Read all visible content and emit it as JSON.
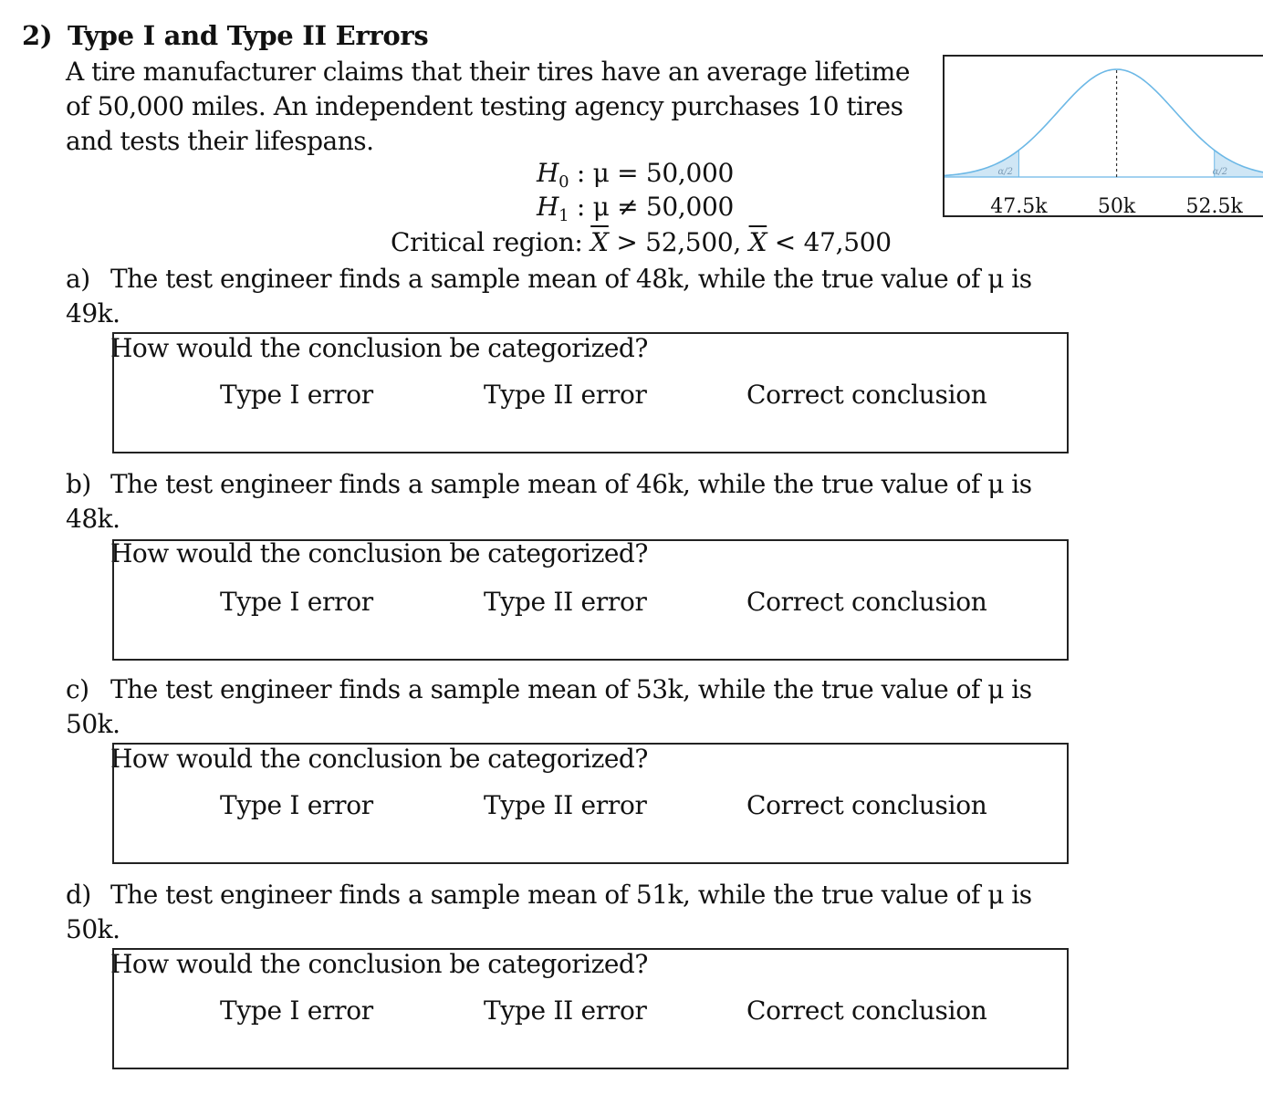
{
  "header": {
    "number": "2)",
    "title": "Type I and Type II Errors"
  },
  "intro": "A tire manufacturer claims that their tires have an average lifetime of 50,000 miles. An independent testing agency purchases 10 tires and tests their lifespans.",
  "hypotheses": {
    "h0_symbol": "H",
    "h0_sub": "0",
    "h0_rest": " : μ = 50,000",
    "h1_symbol": "H",
    "h1_sub": "1",
    "h1_rest": " : μ ≠ 50,000",
    "critical_label": "Critical region: ",
    "critical_xbar": "X",
    "critical_part1": " > 52,500, ",
    "critical_xbar2": "X",
    "critical_part2": " < 47,500"
  },
  "questions": [
    {
      "letter": "a)",
      "line1": "The test engineer finds a sample mean of 48k, while the true value of μ is 49k.",
      "line2": "How would the conclusion be categorized?",
      "options": [
        "Type I error",
        "Type II error",
        "Correct conclusion"
      ]
    },
    {
      "letter": "b)",
      "line1": "The test engineer finds a sample mean of 46k, while the true value of μ is 48k.",
      "line2": "How would the conclusion be categorized?",
      "options": [
        "Type I error",
        "Type II error",
        "Correct conclusion"
      ]
    },
    {
      "letter": "c)",
      "line1": "The test engineer finds a sample mean of 53k, while the true value of μ is 50k.",
      "line2": "How would the conclusion be categorized?",
      "options": [
        "Type I error",
        "Type II error",
        "Correct conclusion"
      ]
    },
    {
      "letter": "d)",
      "line1": "The test engineer finds a sample mean of 51k, while the true value of μ is 50k.",
      "line2": "How would the conclusion be categorized?",
      "options": [
        "Type I error",
        "Type II error",
        "Correct conclusion"
      ]
    }
  ],
  "chart_data": {
    "type": "area",
    "distribution": "normal",
    "mean": 50,
    "sd": 1.5,
    "x_range": [
      45.6,
      54.0
    ],
    "tick_values": [
      47.5,
      50,
      52.5
    ],
    "tick_labels": [
      "47.5k",
      "50k",
      "52.5k"
    ],
    "tail_labels": [
      "α/2",
      "α/2"
    ],
    "shaded_left_below": 47.5,
    "shaded_right_above": 52.5,
    "center_dashed_line": true,
    "curve_color": "#6cb8e6",
    "tail_fill_color": "#cfe6f5"
  }
}
